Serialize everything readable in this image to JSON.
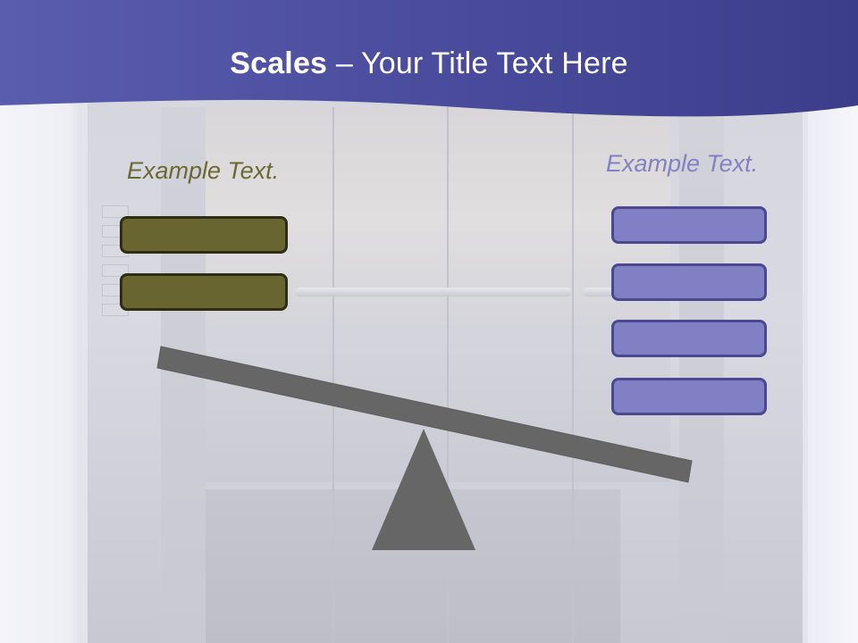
{
  "slide": {
    "title_bold": "Scales",
    "title_rest": " – Your Title Text Here",
    "left_label": "Example Text.",
    "right_label": "Example Text.",
    "left_boxes": 2,
    "right_boxes": 4
  },
  "colors": {
    "header": "#4b4c9e",
    "olive_fill": "#686531",
    "olive_border": "#2e2d16",
    "blue_fill": "#8280c5",
    "blue_border": "#4a4890",
    "beam": "#666666"
  },
  "icons": {
    "fulcrum": "triangle-icon"
  }
}
